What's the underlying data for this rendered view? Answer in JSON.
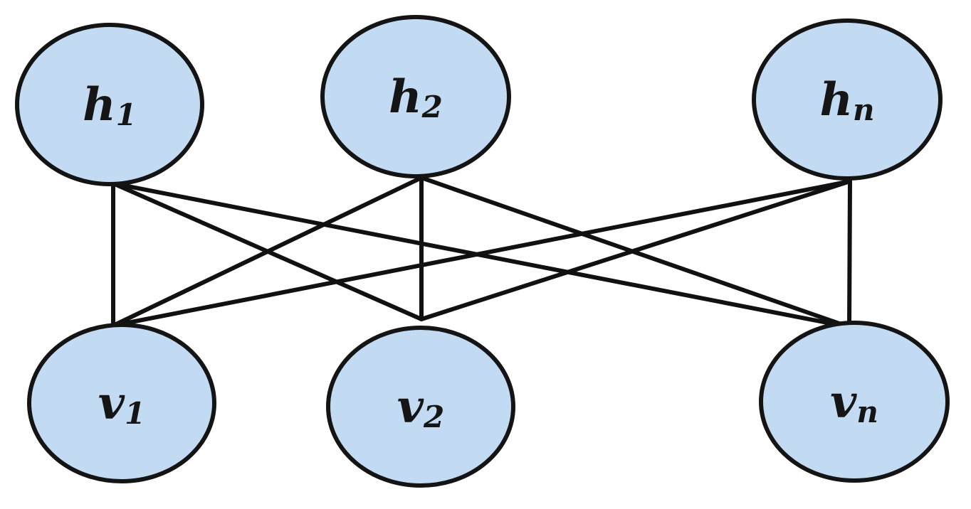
{
  "colors": {
    "node_fill": "#c3dbf2",
    "node_stroke": "#141414",
    "edge": "#111111",
    "background": "#ffffff"
  },
  "hidden_nodes": [
    {
      "id": "h1",
      "base": "h",
      "sub": "1"
    },
    {
      "id": "h2",
      "base": "h",
      "sub": "2"
    },
    {
      "id": "hn",
      "base": "h",
      "sub": "n"
    }
  ],
  "visible_nodes": [
    {
      "id": "v1",
      "base": "v",
      "sub": "1"
    },
    {
      "id": "v2",
      "base": "v",
      "sub": "2"
    },
    {
      "id": "vn",
      "base": "v",
      "sub": "n"
    }
  ],
  "edges": [
    [
      "h1",
      "v1"
    ],
    [
      "h1",
      "v2"
    ],
    [
      "h1",
      "vn"
    ],
    [
      "h2",
      "v1"
    ],
    [
      "h2",
      "v2"
    ],
    [
      "h2",
      "vn"
    ],
    [
      "hn",
      "v1"
    ],
    [
      "hn",
      "v2"
    ],
    [
      "hn",
      "vn"
    ]
  ]
}
